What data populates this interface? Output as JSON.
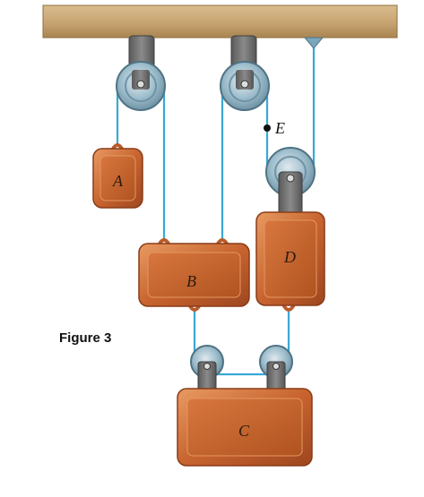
{
  "figure": {
    "caption": "Figure 3",
    "labels": {
      "block_a": "A",
      "block_b": "B",
      "block_c": "C",
      "block_d": "D",
      "point_e": "E"
    }
  },
  "colors": {
    "ceiling": "#c9a978",
    "rope": "#38a8d8",
    "block": "#c96a38",
    "bracket": "#6b6b6b",
    "pulley": "#8fb4c4"
  }
}
